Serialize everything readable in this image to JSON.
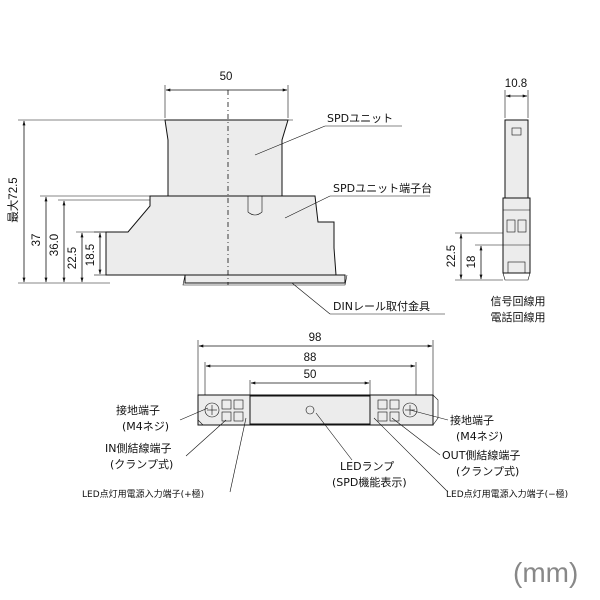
{
  "unit_label": "(mm)",
  "front_view": {
    "dim_width": "50",
    "dim_max_height": "最大72.5",
    "dim_37": "37",
    "dim_36": "36.0",
    "dim_22_5": "22.5",
    "dim_18_5": "18.5",
    "label_unit": "SPDユニット",
    "label_base": "SPDユニット端子台",
    "label_din": "DINレール取付金具"
  },
  "side_view": {
    "dim_width": "10.8",
    "dim_22_5": "22.5",
    "dim_18": "18",
    "caption_line1": "信号回線用",
    "caption_line2": "電話回線用"
  },
  "top_view": {
    "dim_98": "98",
    "dim_88": "88",
    "dim_50": "50",
    "label_ground_left": "接地端子",
    "label_ground_left_sub": "(M4ネジ)",
    "label_in_terminal": "IN側結線端子",
    "label_in_terminal_sub": "(クランプ式)",
    "label_led_plus": "LED点灯用電源入力端子(+極)",
    "label_led_lamp": "LEDランプ",
    "label_led_lamp_sub": "(SPD機能表示)",
    "label_led_minus": "LED点灯用電源入力端子(−極)",
    "label_ground_right": "接地端子",
    "label_ground_right_sub": "(M4ネジ)",
    "label_out_terminal": "OUT側結線端子",
    "label_out_terminal_sub": "(クランプ式)"
  }
}
